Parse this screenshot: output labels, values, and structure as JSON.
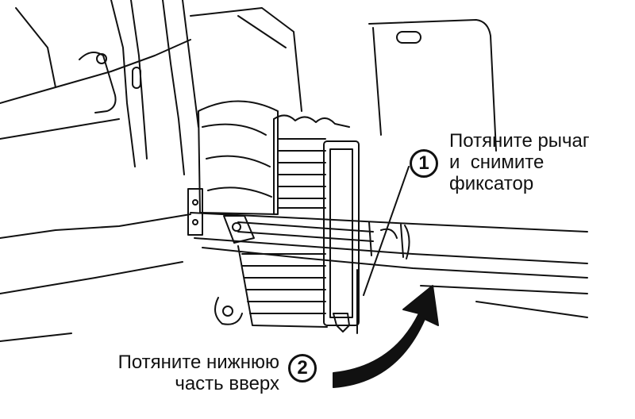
{
  "callouts": [
    {
      "number": "1",
      "lines": [
        "Потяните рычаг",
        "и  снимите",
        "фиксатор"
      ]
    },
    {
      "number": "2",
      "lines": [
        "Потяните нижнюю",
        "часть вверх"
      ]
    }
  ],
  "colors": {
    "ink": "#111111",
    "background": "#ffffff"
  }
}
